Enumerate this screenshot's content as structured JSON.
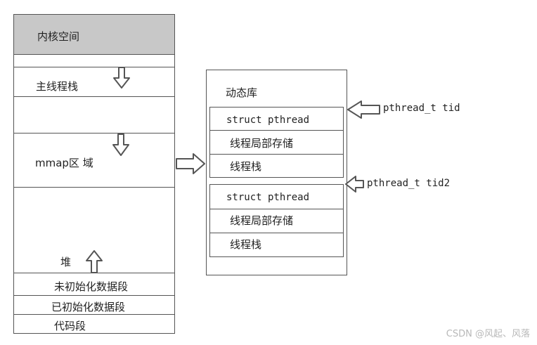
{
  "memory_layout": {
    "kernel_space": "内核空间",
    "main_thread_stack": "主线程栈",
    "mmap_region": "mmap区 域",
    "heap": "堆",
    "bss": "未初始化数据段",
    "data": "已初始化数据段",
    "text": "代码段"
  },
  "dynamic_library": {
    "title": "动态库",
    "threads": [
      {
        "struct_label": "struct pthread",
        "tls_label": "线程局部存储",
        "stack_label": "线程栈",
        "pointer_label": "pthread_t tid"
      },
      {
        "struct_label": "struct pthread",
        "tls_label": "线程局部存储",
        "stack_label": "线程栈",
        "pointer_label": "pthread_t tid2"
      }
    ]
  },
  "watermark": "CSDN @风起、风落",
  "colors": {
    "kernel_fill": "#c8c8c8",
    "stroke": "#555555"
  }
}
